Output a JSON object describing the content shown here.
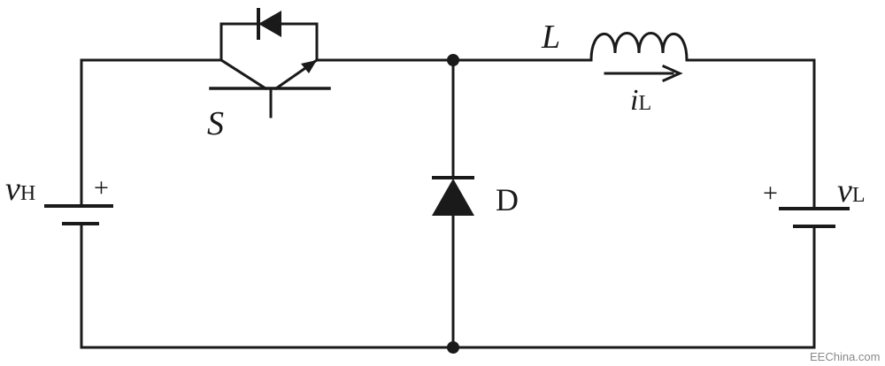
{
  "diagram": {
    "switch_label": "S",
    "inductor_label": "L",
    "diode_label": "D",
    "current_label": {
      "main": "i",
      "sub": "L"
    },
    "source_high": {
      "main": "v",
      "sub": "H",
      "polarity": "+"
    },
    "source_low": {
      "main": "v",
      "sub": "L",
      "polarity": "+"
    },
    "watermark": "EEChina.com",
    "colors": {
      "wire": "#1a1a1a",
      "background": "#ffffff",
      "watermark": "#888888"
    }
  }
}
